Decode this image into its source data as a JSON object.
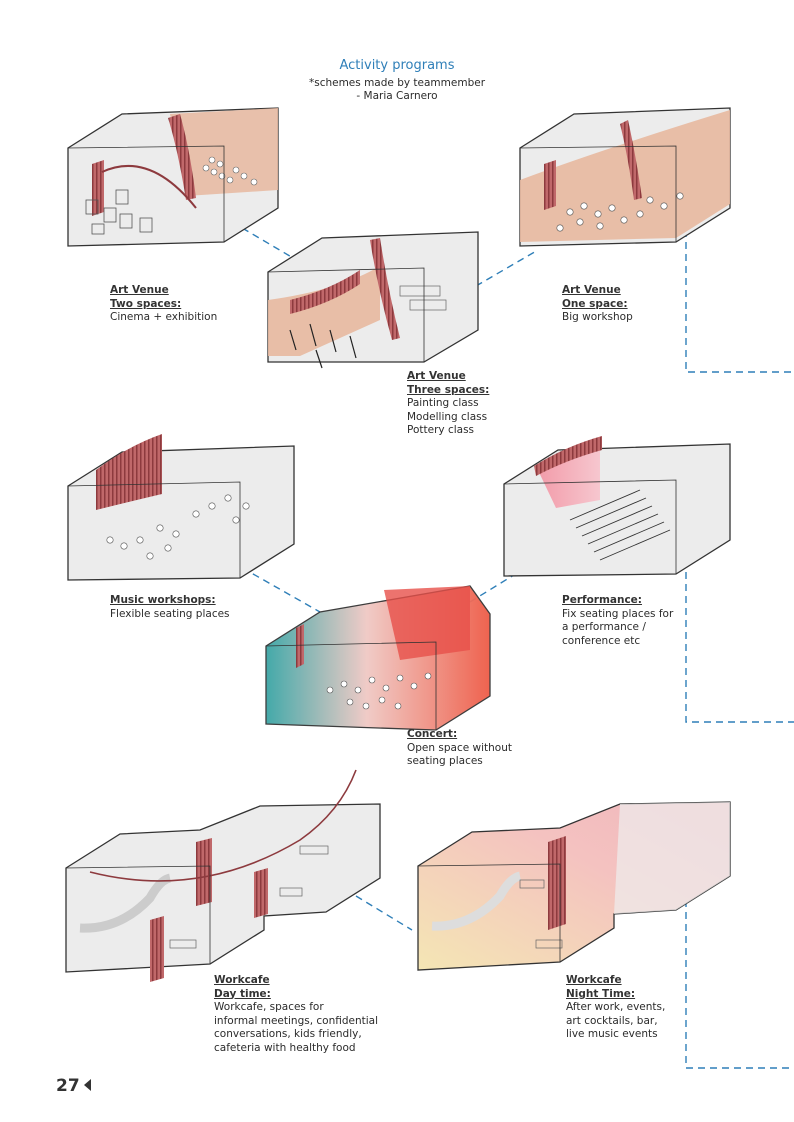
{
  "header": {
    "title": "Activity programs",
    "note_line1": "*schemes made by teammember",
    "note_line2": "- Maria Carnero"
  },
  "programs": [
    {
      "title_line1": "Art Venue",
      "title_line2": "Two spaces:",
      "description": "Cinema + exhibition"
    },
    {
      "title_line1": "Art Venue",
      "title_line2": "Three spaces:",
      "description": "Painting class\nModelling class\nPottery class"
    },
    {
      "title_line1": "Art Venue",
      "title_line2": "One space:",
      "description": "Big workshop"
    },
    {
      "title_line1": "Music workshops:",
      "title_line2": "",
      "description": "Flexible seating places"
    },
    {
      "title_line1": "Performance:",
      "title_line2": "",
      "description": "Fix seating places for\na performance /\nconference etc"
    },
    {
      "title_line1": "Concert:",
      "title_line2": "",
      "description": "Open space without\nseating places"
    },
    {
      "title_line1": "Workcafe",
      "title_line2": "Day time:",
      "description": "Workcafe, spaces for\ninformal meetings, confidential\nconversations, kids friendly,\ncafeteria with healthy food"
    },
    {
      "title_line1": "Workcafe",
      "title_line2": "Night Time:",
      "description": "After work, events,\nart cocktails, bar,\nlive music events"
    }
  ],
  "footer": {
    "page_number": "27"
  },
  "colors": {
    "accent_blue": "#2f7fb8",
    "curtain_red": "#a8484c",
    "floor_peach": "#e8b9a0"
  }
}
